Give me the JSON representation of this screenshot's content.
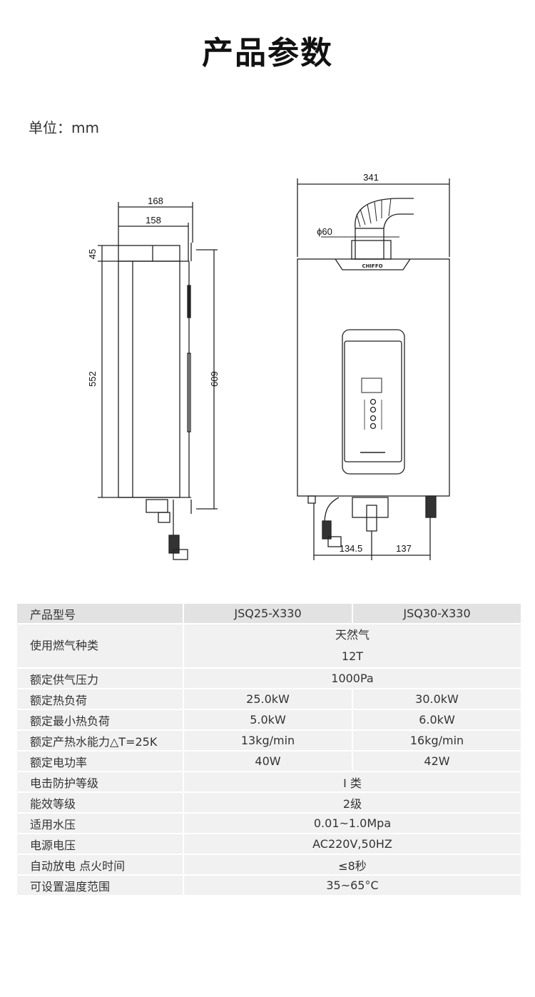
{
  "title": "产品参数",
  "unit": "单位：mm",
  "side_view": {
    "dim_168": "168",
    "dim_158": "158",
    "dim_45": "45",
    "dim_552": "552",
    "dim_609": "609"
  },
  "front_view": {
    "dim_341": "341",
    "dim_pipe": "ϕ60",
    "brand": "CHIFFO",
    "dim_134_5": "134.5",
    "dim_137": "137"
  },
  "table": {
    "header": {
      "label": "产品型号",
      "m1": "JSQ25-X330",
      "m2": "JSQ30-X330"
    },
    "gas": {
      "label": "使用燃气种类",
      "v1": "天然气",
      "v2": "12T"
    },
    "rows": [
      {
        "label": "额定供气压力",
        "v": "1000Pa"
      },
      {
        "label": "额定热负荷",
        "v1": "25.0kW",
        "v2": "30.0kW"
      },
      {
        "label": "额定最小热负荷",
        "v1": "5.0kW",
        "v2": "6.0kW"
      },
      {
        "label": "额定产热水能力△T=25K",
        "v1": "13kg/min",
        "v2": "16kg/min"
      },
      {
        "label": "额定电功率",
        "v1": "40W",
        "v2": "42W"
      },
      {
        "label": "电击防护等级",
        "v": "I 类"
      },
      {
        "label": "能效等级",
        "v": "2级"
      },
      {
        "label": "适用水压",
        "v": "0.01~1.0Mpa"
      },
      {
        "label": "电源电压",
        "v": "AC220V,50HZ"
      },
      {
        "label": "自动放电 点火时间",
        "v": "≤8秒"
      },
      {
        "label": "可设置温度范围",
        "v": "35~65°C"
      }
    ]
  }
}
